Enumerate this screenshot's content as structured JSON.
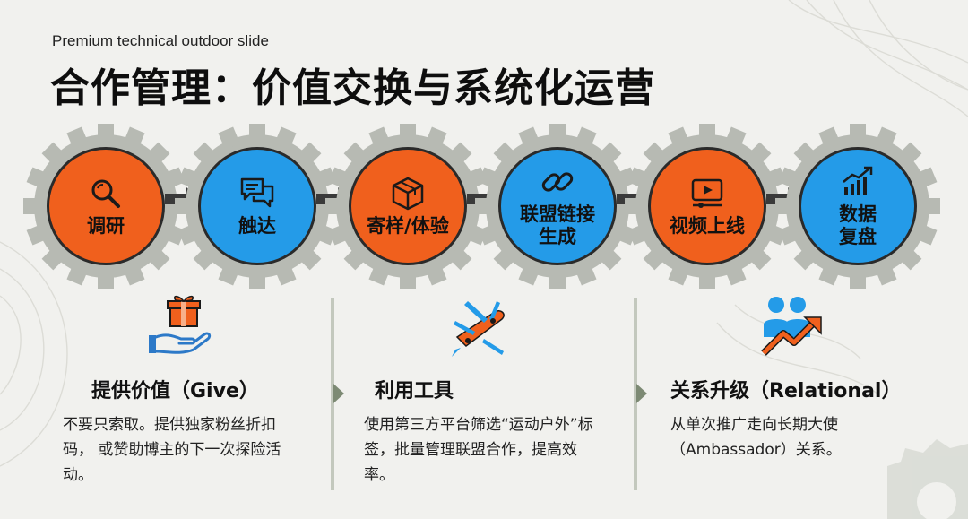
{
  "slide": {
    "subtitle": "Premium technical outdoor slide",
    "title": "合作管理：价值交换与系统化运营"
  },
  "flow": {
    "steps": [
      {
        "label": "调研",
        "color": "#f0601d",
        "icon": "magnifier-icon"
      },
      {
        "label": "触达",
        "color": "#249be8",
        "icon": "chat-bubbles-icon"
      },
      {
        "label": "寄样/体验",
        "color": "#f0601d",
        "icon": "package-box-icon"
      },
      {
        "label": "联盟链接\n生成",
        "color": "#249be8",
        "icon": "chain-link-icon"
      },
      {
        "label": "视频上线",
        "color": "#f0601d",
        "icon": "video-play-icon"
      },
      {
        "label": "数据\n复盘",
        "color": "#249be8",
        "icon": "growth-chart-icon"
      }
    ]
  },
  "columns": [
    {
      "heading": "提供价值（Give）",
      "body": "不要只索取。提供独家粉丝折扣码， 或赞助博主的下一次探险活动。",
      "icon": "gift-in-hand-icon"
    },
    {
      "heading": "利用工具",
      "body": "使用第三方平台筛选“运动户外”标签，批量管理联盟合作，提高效率。",
      "icon": "multitool-knife-icon"
    },
    {
      "heading": "关系升级（Relational）",
      "body": "从单次推广走向长期大使（Ambassador）关系。",
      "icon": "partners-growth-icon"
    }
  ],
  "colors": {
    "orange": "#f0601d",
    "blue": "#249be8",
    "gear": "#b7bab3",
    "arrow": "#3a3a3a"
  }
}
